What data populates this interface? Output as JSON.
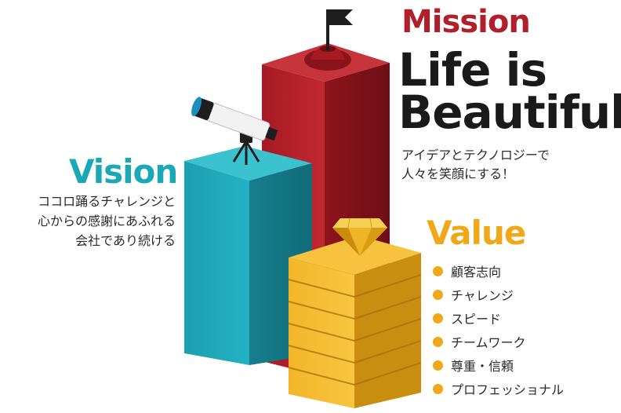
{
  "mission": {
    "title": "Mission",
    "tagline_line1": "Life is",
    "tagline_line2": "Beautiful!",
    "desc_line1": "アイデアとテクノロジーで",
    "desc_line2": "人々を笑顔にする！"
  },
  "vision": {
    "title": "Vision",
    "desc_line1": "ココロ踊るチャレンジと",
    "desc_line2": "心からの感謝にあふれる",
    "desc_line3": "会社であり続ける"
  },
  "value": {
    "title": "Value",
    "items": [
      "顧客志向",
      "チャレンジ",
      "スピード",
      "チームワーク",
      "尊重・信頼",
      "プロフェッショナル"
    ]
  },
  "colors": {
    "mission": "#b0202a",
    "vision": "#1aa7b6",
    "value": "#f0a818",
    "tagline_text": "#1a1a1a"
  },
  "icons": [
    "flag-icon",
    "telescope-icon",
    "diamond-icon"
  ]
}
